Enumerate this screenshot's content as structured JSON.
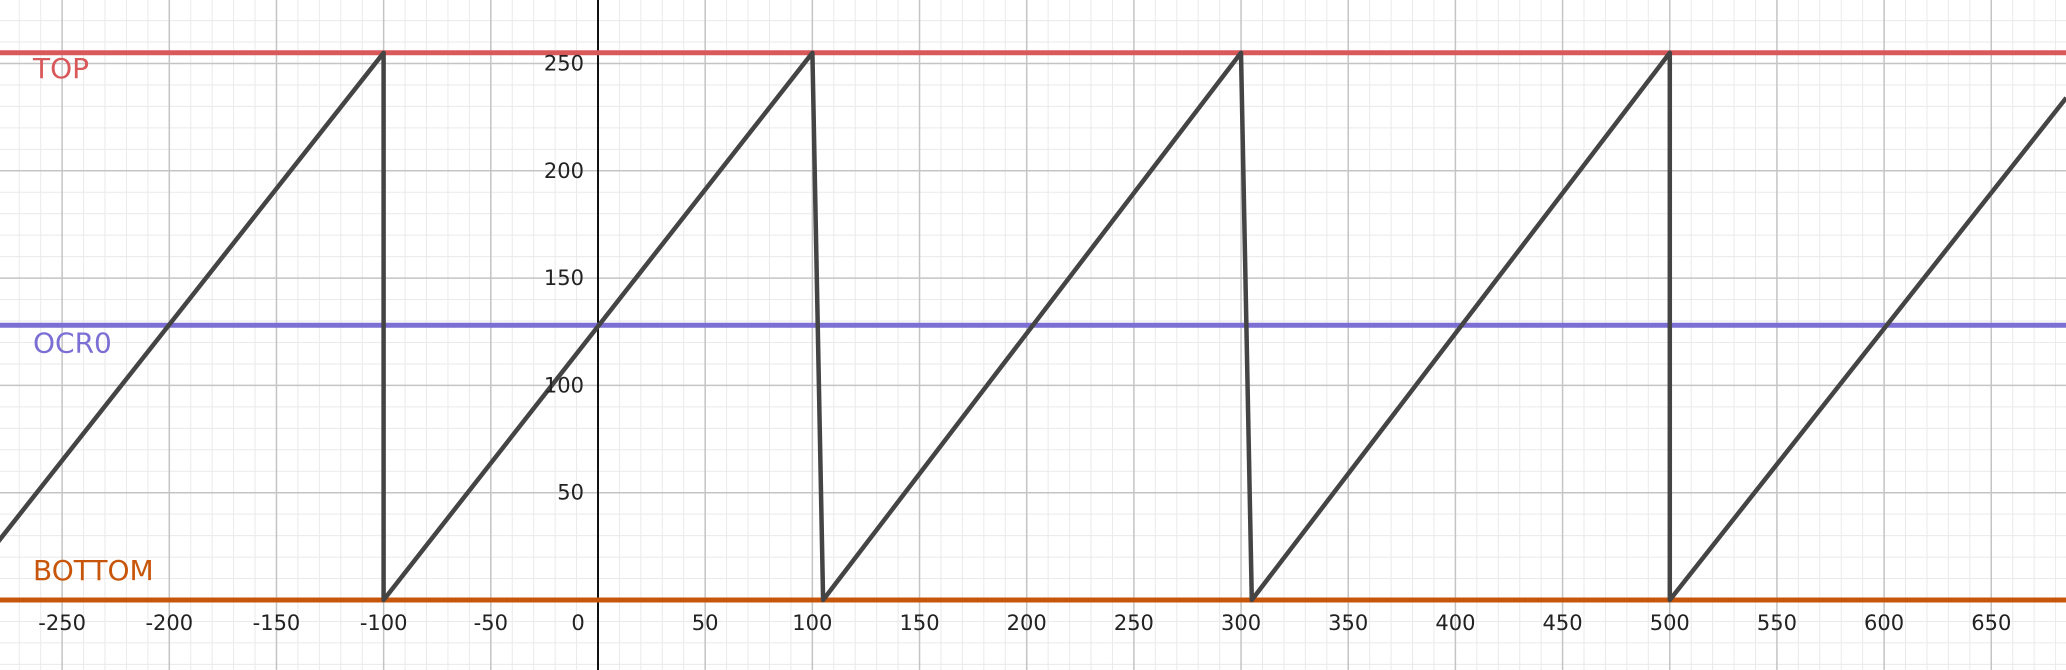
{
  "chart_data": {
    "type": "line",
    "xlim": [
      -280,
      685
    ],
    "ylim": [
      -33,
      280
    ],
    "grid": true,
    "x_ticks": [
      -250,
      -200,
      -150,
      -100,
      -50,
      0,
      50,
      100,
      150,
      200,
      250,
      300,
      350,
      400,
      450,
      500,
      550,
      600,
      650
    ],
    "y_ticks": [
      50,
      100,
      150,
      200,
      250
    ],
    "x_tick_labels": [
      "-250",
      "-200",
      "-150",
      "-100",
      "-50",
      "0",
      "50",
      "100",
      "150",
      "200",
      "250",
      "300",
      "350",
      "400",
      "450",
      "500",
      "550",
      "600",
      "650"
    ],
    "y_tick_labels": [
      "50",
      "100",
      "150",
      "200",
      "250"
    ],
    "horizontal_lines": [
      {
        "name": "TOP",
        "y": 255,
        "color": "#d9595b"
      },
      {
        "name": "OCR0",
        "y": 128,
        "color": "#7b6fd4"
      },
      {
        "name": "BOTTOM",
        "y": 0,
        "color": "#c8560a"
      }
    ],
    "series": [
      {
        "color": "#444444",
        "x": [
          -280,
          -100,
          -100,
          100,
          105,
          300,
          305,
          500,
          500,
          685
        ],
        "y": [
          27,
          255,
          0,
          255,
          0,
          255,
          0,
          255,
          0,
          234
        ]
      }
    ]
  }
}
